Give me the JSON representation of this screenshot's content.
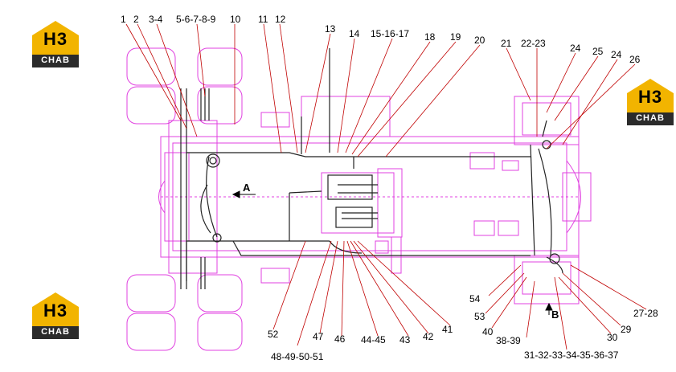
{
  "logo": {
    "top_text": "H3",
    "bottom_text": "CHAB",
    "colors": {
      "gold": "#f2b400",
      "dark": "#2b2b2b"
    }
  },
  "colors": {
    "frame": "#e040e0",
    "lines": "#000000",
    "hoses": "#444444",
    "leader": "#c00000"
  },
  "view_labels": {
    "a": "A",
    "b": "B"
  },
  "callouts": {
    "c1": "1",
    "c2": "2",
    "c3_4": "3-4",
    "c5_9": "5-6-7-8-9",
    "c10": "10",
    "c11": "11",
    "c12": "12",
    "c13": "13",
    "c14": "14",
    "c15_17": "15-16-17",
    "c18": "18",
    "c19": "19",
    "c20": "20",
    "c21": "21",
    "c22_23": "22-23",
    "c24a": "24",
    "c25": "25",
    "c24b": "24",
    "c26": "26",
    "c27_28": "27-28",
    "c29": "29",
    "c30": "30",
    "c31_37": "31-32-33-34-35-36-37",
    "c38_39": "38-39",
    "c40": "40",
    "c41": "41",
    "c42": "42",
    "c43": "43",
    "c44_45": "44-45",
    "c46": "46",
    "c47": "47",
    "c48_51": "48-49-50-51",
    "c52": "52",
    "c53": "53",
    "c54": "54"
  }
}
